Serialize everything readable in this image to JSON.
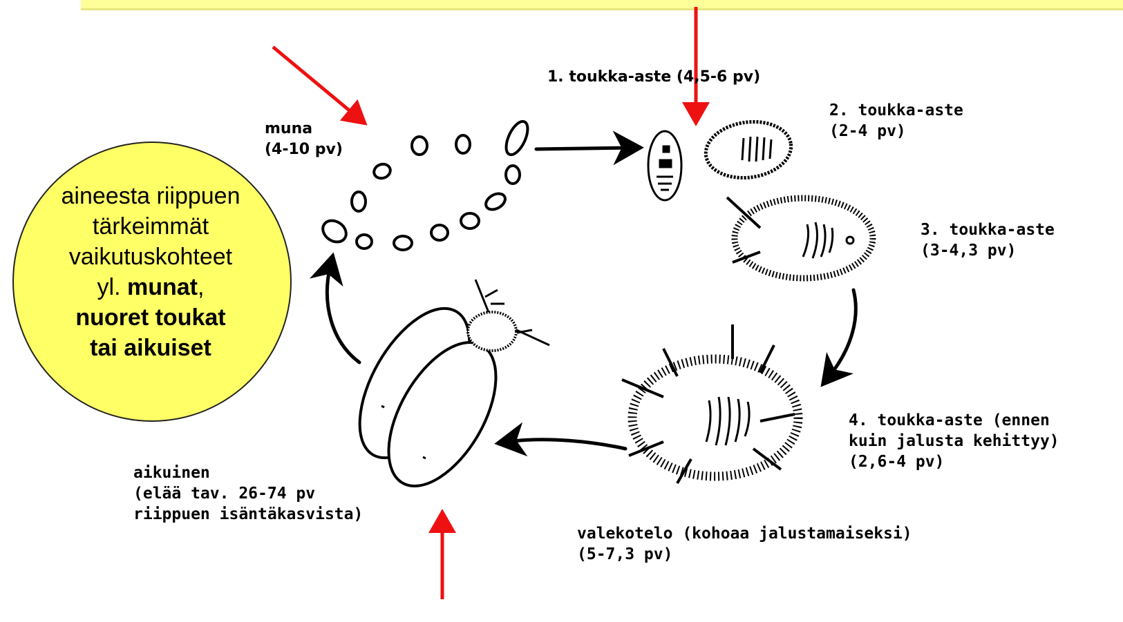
{
  "labels": {
    "muna": "muna\n(4-10 pv)",
    "instar1": "1. toukka-aste (4,5-6 pv)",
    "instar2": "2. toukka-aste\n(2-4 pv)",
    "instar3": "3. toukka-aste\n(3-4,3 pv)",
    "instar4": "4. toukka-aste (ennen\nkuin jalusta kehittyy)\n(2,6-4 pv)",
    "pupa": "valekotelo (kohoaa jalustamaiseksi)\n(5-7,3 pv)",
    "adult": "aikuinen\n(elää tav. 26-74 pv\nriippuen isäntäkasvista)"
  },
  "callout": {
    "line1": "aineesta riippuen",
    "line2": "tärkeimmät",
    "line3": "vaikutuskohteet",
    "line4_prefix": "yl. ",
    "line4_bold": "munat",
    "line4_suffix": ",",
    "line5": "nuoret toukat",
    "line6": "tai aikuiset"
  },
  "colors": {
    "callout_fill": "#ffff66",
    "top_bar": "#ffff99",
    "highlight_arrow": "#ee1111",
    "ink": "#000000"
  },
  "icons": [
    "egg-icon",
    "first-instar-icon",
    "second-instar-icon",
    "third-instar-icon",
    "fourth-instar-icon",
    "whitefly-adult-icon"
  ]
}
